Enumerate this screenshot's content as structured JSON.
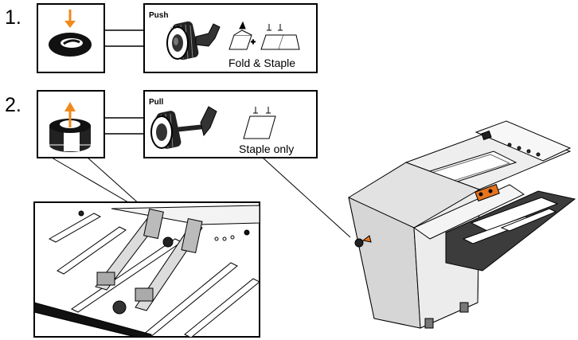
{
  "steps": [
    {
      "number": "1.",
      "knob_action": "Push",
      "caption": "Fold & Staple"
    },
    {
      "number": "2.",
      "knob_action": "Pull",
      "caption": "Staple only"
    }
  ],
  "icons": {
    "push_arrow": "arrow-down-icon",
    "pull_arrow": "arrow-up-icon",
    "plus": "+"
  },
  "colors": {
    "arrow": "#f08a1c",
    "accent_orange": "#e6741e",
    "outline": "#000000",
    "machine_grey": "#e4e4e4",
    "tray_dark": "#3c3c3c"
  }
}
